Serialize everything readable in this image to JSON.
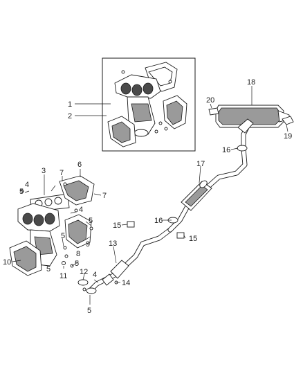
{
  "callouts": {
    "c1": "1",
    "c2": "2",
    "c3": "3",
    "c4a": "4",
    "c4b": "4",
    "c4c": "4",
    "c5a": "5",
    "c5b": "5",
    "c5c": "5",
    "c5d": "5",
    "c5e": "5",
    "c5f": "5",
    "c6": "6",
    "c7a": "7",
    "c7b": "7",
    "c8": "8",
    "c9": "9",
    "c10": "10",
    "c11": "11",
    "c12": "12",
    "c13": "13",
    "c14": "14",
    "c15a": "15",
    "c15b": "15",
    "c16a": "16",
    "c16b": "16",
    "c17": "17",
    "c18": "18",
    "c19": "19",
    "c20": "20"
  }
}
